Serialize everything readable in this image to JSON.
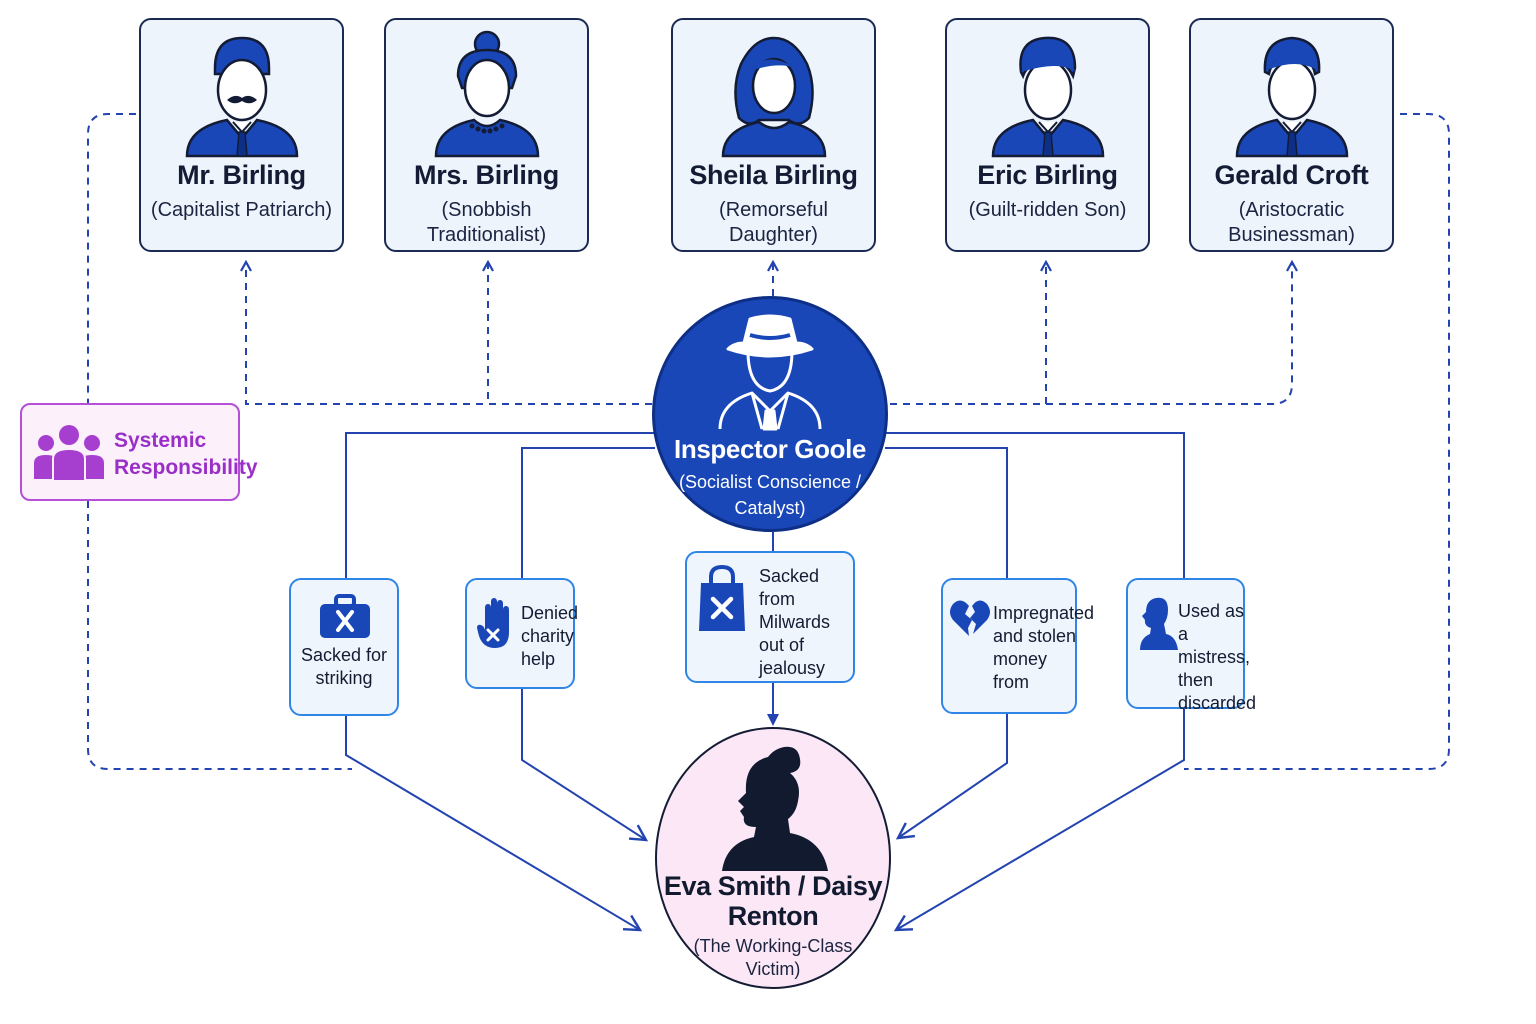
{
  "colors": {
    "primary_blue": "#1947b8",
    "line_blue": "#2344b0",
    "card_border_dark": "#1b2a52",
    "action_border": "#2f86e6",
    "victim_bg": "#fbe7f6",
    "systemic_purple": "#a63fd0"
  },
  "characters": [
    {
      "name": "Mr. Birling",
      "role": "(Capitalist Patriarch)",
      "icon": "mustached-man-icon"
    },
    {
      "name": "Mrs. Birling",
      "role": "(Snobbish Traditionalist)",
      "icon": "woman-with-bun-and-pearls-icon"
    },
    {
      "name": "Sheila Birling",
      "role": "(Remorseful Daughter)",
      "icon": "young-woman-icon"
    },
    {
      "name": "Eric Birling",
      "role": "(Guilt-ridden Son)",
      "icon": "young-man-icon"
    },
    {
      "name": "Gerald Croft",
      "role": "(Aristocratic Businessman)",
      "icon": "businessman-icon"
    }
  ],
  "inspector": {
    "name": "Inspector Goole",
    "role": "(Socialist Conscience / Catalyst)",
    "icon": "detective-hat-icon"
  },
  "actions": [
    {
      "text": "Sacked for striking",
      "icon": "briefcase-x-icon"
    },
    {
      "text": "Denied charity help",
      "icon": "hand-x-icon"
    },
    {
      "text": "Sacked from Milwards out of jealousy",
      "icon": "shopping-bag-x-icon"
    },
    {
      "text": "Impregnated and stolen money from",
      "icon": "broken-heart-icon"
    },
    {
      "text": "Used as a mistress, then discarded",
      "icon": "woman-bust-silhouette-icon"
    }
  ],
  "victim": {
    "name": "Eva Smith / Daisy Renton",
    "role": "(The Working-Class Victim)",
    "icon": "woman-silhouette-icon"
  },
  "systemic": {
    "text": "Systemic Responsibility",
    "icon": "group-people-icon"
  }
}
